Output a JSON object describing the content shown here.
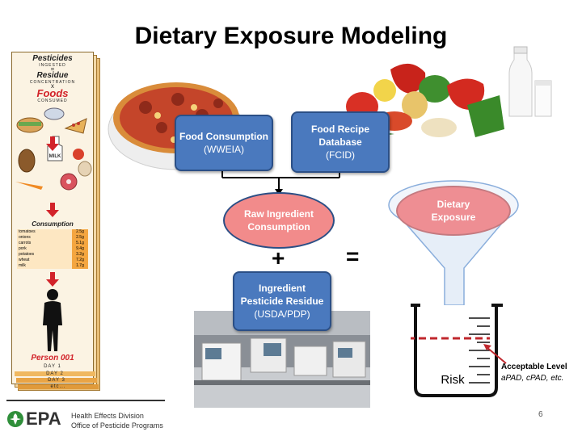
{
  "title": "Dietary Exposure Modeling",
  "boxes": {
    "food_consumption": {
      "line1": "Food Consumption",
      "line2": "(WWEIA)"
    },
    "food_recipe": {
      "line1": "Food Recipe",
      "line2": "Database",
      "line3": "(FCID)"
    },
    "ingredient_residue": {
      "line1": "Ingredient",
      "line2": "Pesticide Residue",
      "line3": "(USDA/PDP)"
    }
  },
  "ellipses": {
    "raw_ingredient": {
      "line1": "Raw Ingredient",
      "line2": "Consumption"
    },
    "dietary_exposure": {
      "line1": "Dietary",
      "line2": "Exposure"
    }
  },
  "operators": {
    "plus": "+",
    "equals": "="
  },
  "beaker": {
    "risk_label": "Risk"
  },
  "acceptable": {
    "line1": "Acceptable Level",
    "line2": "aPAD, cPAD, etc."
  },
  "left_strip": {
    "pesticides": "Pesticides",
    "ingested": "INGESTED",
    "equals": "=",
    "residue": "Residue",
    "concentration": "CONCENTRATION",
    "times": "x",
    "foods": "Foods",
    "consumed": "CONSUMED",
    "milk": "MILK",
    "consumption": "Consumption",
    "table": [
      {
        "food": "tomatoes",
        "amount": "2.5g"
      },
      {
        "food": "onions",
        "amount": "2.5g"
      },
      {
        "food": "carrots",
        "amount": "5.1g"
      },
      {
        "food": "pork",
        "amount": "9.4g"
      },
      {
        "food": "potatoes",
        "amount": "3.2g"
      },
      {
        "food": "wheat",
        "amount": "7.2g"
      },
      {
        "food": "milk",
        "amount": "1.7g"
      }
    ],
    "person": "Person 001",
    "days": [
      "DAY 1",
      "DAY 2",
      "DAY 3",
      "etc..."
    ]
  },
  "footer": {
    "logo": "EPA",
    "line1": "Health Effects Division",
    "line2": "Office of Pesticide Programs",
    "page": "6"
  },
  "colors": {
    "box_blue": "#4a79be",
    "ellipse_pink": "#f28b8b",
    "limit_red": "#c0272d",
    "epa_green": "#2f8f3a"
  }
}
